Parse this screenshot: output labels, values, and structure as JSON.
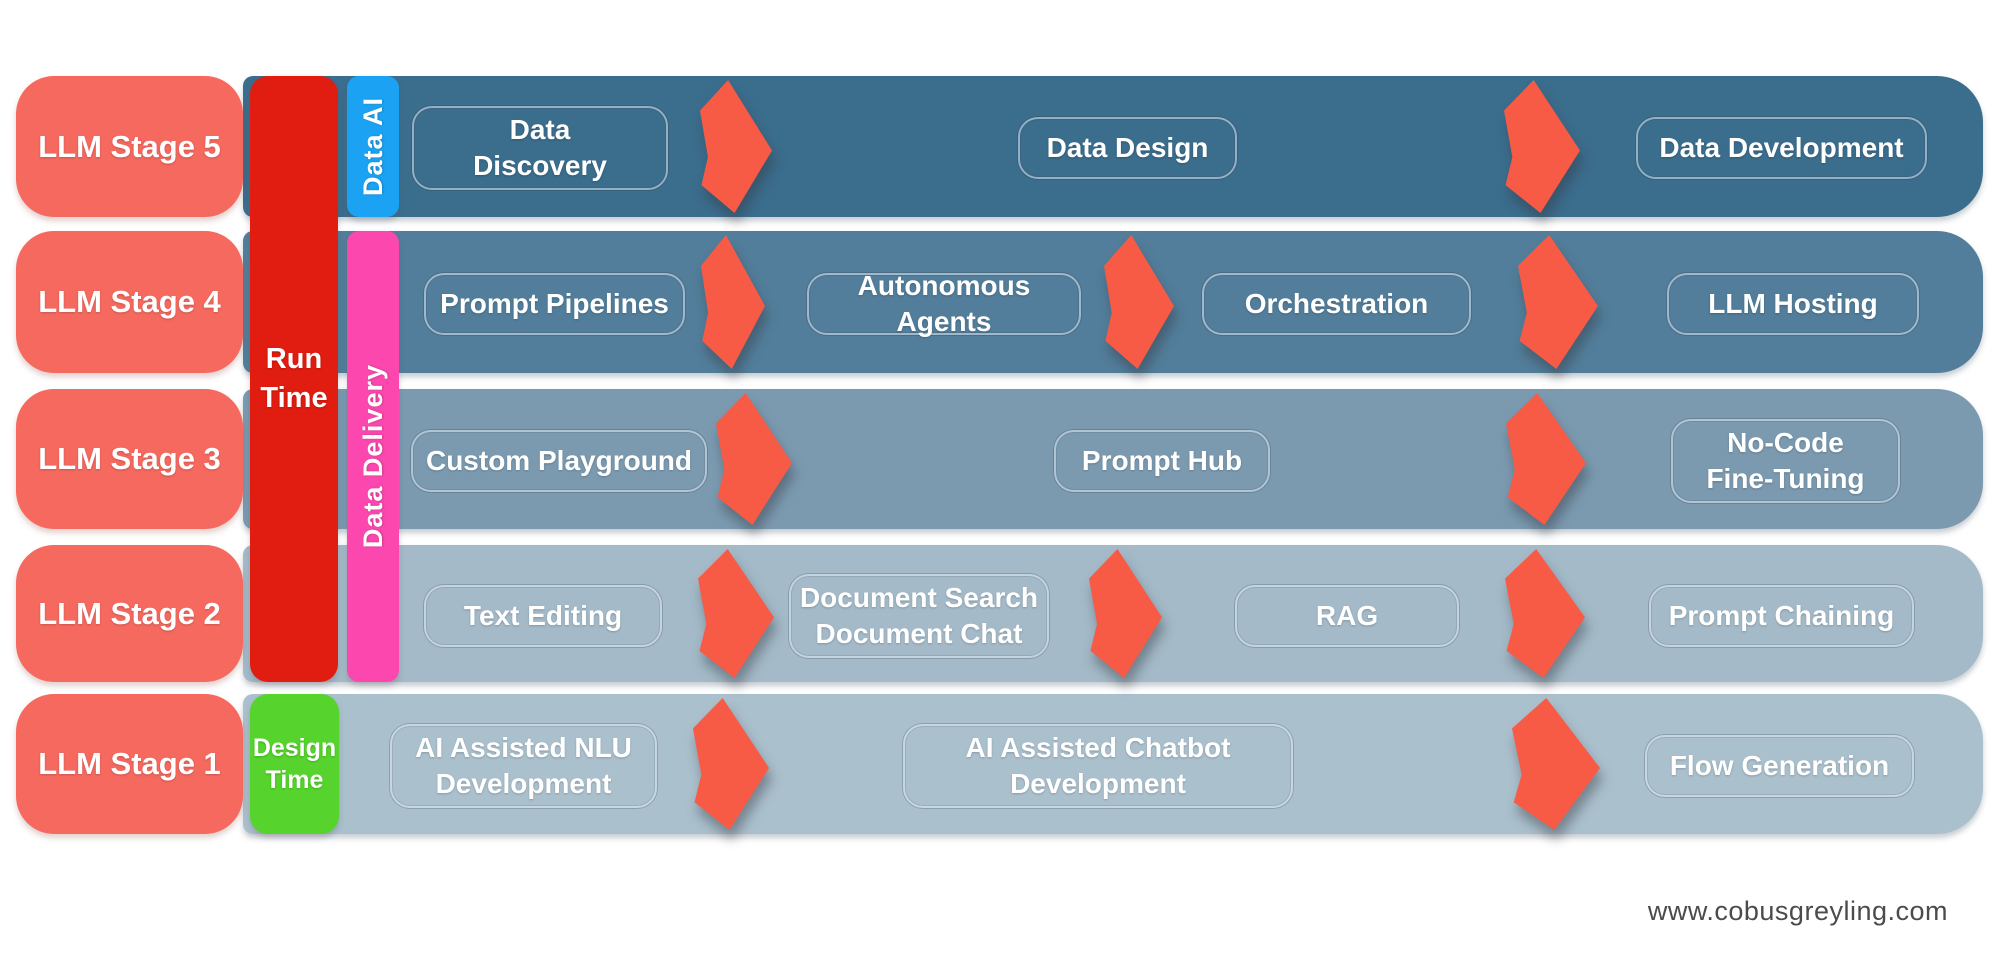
{
  "colors": {
    "row1": "#3b6d8d",
    "row2": "#527e9b",
    "row3": "#7b9ab0",
    "row4": "#a4bac8",
    "row5": "#abc0cd",
    "stage": "#f5695f",
    "runtime": "#e11c10",
    "dataai": "#1ba2f2",
    "datadelivery": "#fb47ae",
    "designtime": "#56d42d",
    "arrow": "#f75b45",
    "footer": "#4b4b4b"
  },
  "bars": {
    "run_time": "Run\nTime",
    "data_ai": "Data AI",
    "data_delivery": "Data Delivery",
    "design_time": "Design\nTime"
  },
  "rows": [
    {
      "stage": "LLM Stage 5",
      "items": [
        "Data\nDiscovery",
        "Data Design",
        "Data Development"
      ]
    },
    {
      "stage": "LLM Stage 4",
      "items": [
        "Prompt Pipelines",
        "Autonomous Agents",
        "Orchestration",
        "LLM Hosting"
      ]
    },
    {
      "stage": "LLM Stage 3",
      "items": [
        "Custom Playground",
        "Prompt Hub",
        "No-Code\nFine-Tuning"
      ]
    },
    {
      "stage": "LLM Stage 2",
      "items": [
        "Text Editing",
        "Document Search\nDocument Chat",
        "RAG",
        "Prompt Chaining"
      ]
    },
    {
      "stage": "LLM Stage 1",
      "items": [
        "AI Assisted NLU\nDevelopment",
        "AI Assisted Chatbot\nDevelopment",
        "Flow Generation"
      ]
    }
  ],
  "footer": {
    "url": "www.cobusgreyling.com"
  }
}
